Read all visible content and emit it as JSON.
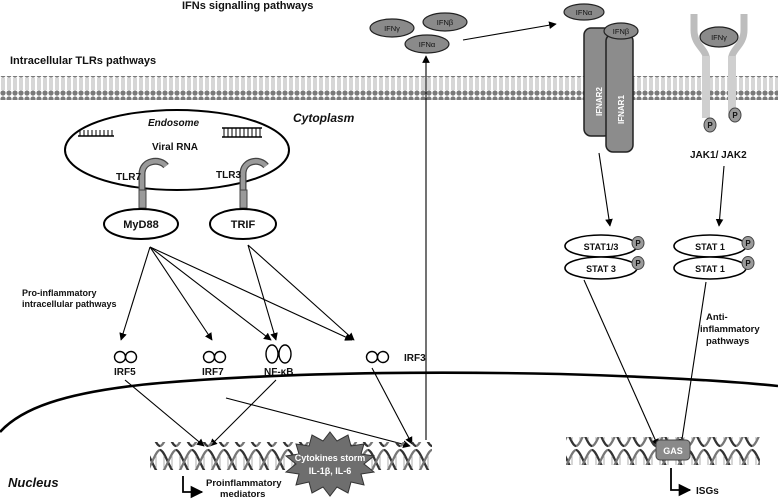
{
  "titles": {
    "ifn": "IFNs signalling pathways",
    "tlr": "Intracellular TLRs pathways",
    "cytoplasm": "Cytoplasm",
    "nucleus": "Nucleus"
  },
  "endosome": {
    "label": "Endosome",
    "viral_rna": "Viral RNA",
    "tlr7": "TLR7",
    "tlr3": "TLR3"
  },
  "adaptors": {
    "myd88": "MyD88",
    "trif": "TRIF"
  },
  "pathways": {
    "pro_line1": "Pro-inflammatory",
    "pro_line2": "intracellular pathways",
    "anti_line1": "Anti-",
    "anti_line2": "inflammatory",
    "anti_line3": "pathways"
  },
  "factors": {
    "irf5": "IRF5",
    "irf7": "IRF7",
    "nfkb": "NF-κB",
    "irf3": "IRF3"
  },
  "ifns": {
    "ifng": "IFNγ",
    "ifnb": "IFNβ",
    "ifna": "IFNα",
    "ifna2": "IFNα",
    "ifnb2": "IFNβ",
    "ifng2": "IFNγ"
  },
  "receptors": {
    "ifnar2": "IFNAR2",
    "ifnar1": "IFNAR1",
    "jak": "JAK1/ JAK2",
    "p": "P"
  },
  "stats": {
    "stat13": "STAT1/3",
    "stat3": "STAT 3",
    "stat1a": "STAT 1",
    "stat1b": "STAT 1"
  },
  "nuclear": {
    "storm1": "Cytokines storm",
    "storm2": "IL-1β, IL-6",
    "pro1": "Proinflammatory",
    "pro2": "mediators",
    "gas": "GAS",
    "isgs": "ISGs"
  },
  "colors": {
    "membrane": "#8a8a8a",
    "receptor": "#8c8c8c",
    "receptor_light": "#bdbdbd",
    "phospho": "#9a9a9a"
  }
}
